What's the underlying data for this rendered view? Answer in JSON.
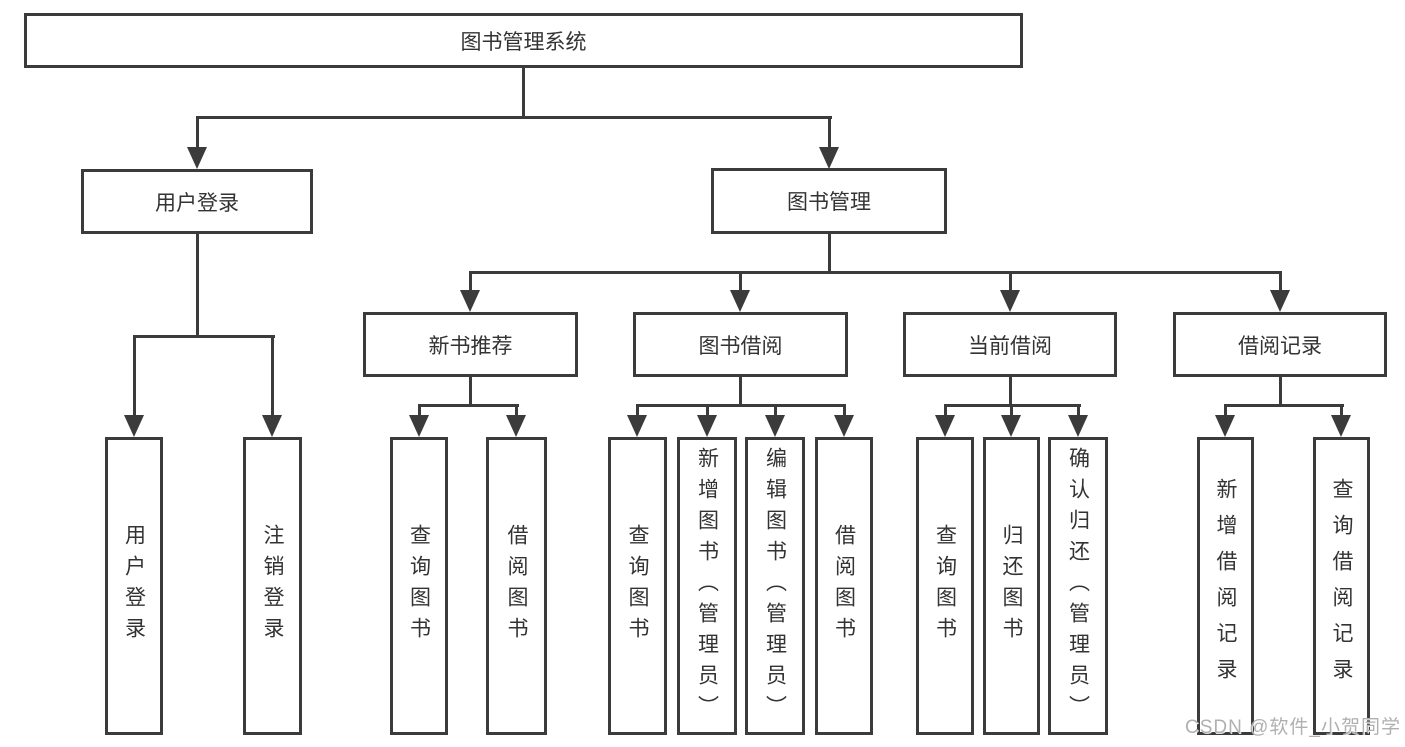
{
  "diagram": {
    "title": "图书管理系统",
    "type": "hierarchy-tree",
    "colors": {
      "line": "#3b3b3b",
      "text": "#333333",
      "background": "#ffffff",
      "watermark": "#b0b0b0"
    }
  },
  "nodes": {
    "root": "图书管理系统",
    "level2": [
      "用户登录",
      "图书管理"
    ],
    "level3": [
      "新书推荐",
      "图书借阅",
      "当前借阅",
      "借阅记录"
    ],
    "leaves_user_login": [
      "用户登录",
      "注销登录"
    ],
    "leaves_recommend": [
      "查询图书",
      "借阅图书"
    ],
    "leaves_borrow": [
      "查询图书",
      "新增图书（管理员）",
      "编辑图书（管理员）",
      "借阅图书"
    ],
    "leaves_current": [
      "查询图书",
      "归还图书",
      "确认归还（管理员）"
    ],
    "leaves_records": [
      "新增借阅记录",
      "查询借阅记录"
    ]
  },
  "watermark": "CSDN @软件_小贺同学"
}
